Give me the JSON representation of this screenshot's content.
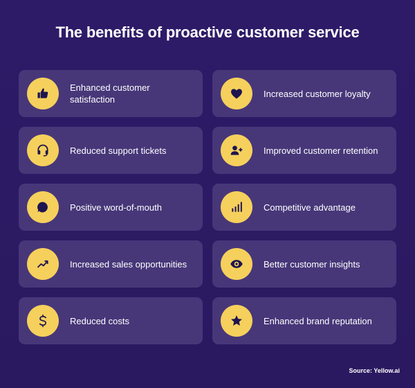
{
  "title": "The benefits of proactive customer service",
  "benefits": [
    {
      "label": "Enhanced customer satisfaction",
      "icon": "thumbs-up-icon"
    },
    {
      "label": "Increased customer loyalty",
      "icon": "heart-icon"
    },
    {
      "label": "Reduced support tickets",
      "icon": "headset-icon"
    },
    {
      "label": "Improved customer retention",
      "icon": "add-user-icon"
    },
    {
      "label": "Positive word-of-mouth",
      "icon": "speech-bubble-icon"
    },
    {
      "label": "Competitive advantage",
      "icon": "bar-chart-icon"
    },
    {
      "label": "Increased sales opportunities",
      "icon": "trend-up-icon"
    },
    {
      "label": "Better customer insights",
      "icon": "eye-icon"
    },
    {
      "label": "Reduced costs",
      "icon": "dollar-icon"
    },
    {
      "label": "Enhanced brand reputation",
      "icon": "star-icon"
    }
  ],
  "source": "Source: Yellow.ai",
  "colors": {
    "background": "#2b1a63",
    "card": "#473779",
    "accent": "#f6d05c",
    "icon": "#1e1450"
  }
}
